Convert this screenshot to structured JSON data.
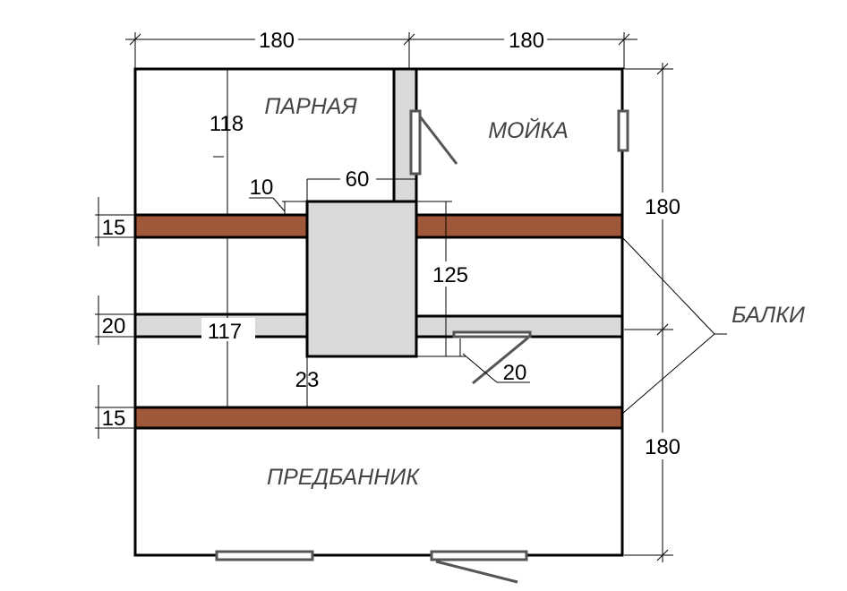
{
  "rooms": {
    "steam_room": "ПАРНАЯ",
    "washroom": "МОЙКА",
    "dressing_room": "ПРЕДБАННИК"
  },
  "beams_label": "БАЛКИ",
  "dimensions": {
    "top_left": "180",
    "top_right": "180",
    "right_upper": "180",
    "right_lower": "180",
    "steam_height": "118",
    "gap_10": "10",
    "stove_width": "60",
    "stove_height": "125",
    "span_117": "117",
    "gap_23": "23",
    "door_20": "20",
    "beam_top": "15",
    "wall_mid": "20",
    "beam_bottom": "15"
  },
  "colors": {
    "beam": "#A0583A",
    "fill": "#D9D9D9",
    "line": "#000000",
    "window": "#555555"
  }
}
